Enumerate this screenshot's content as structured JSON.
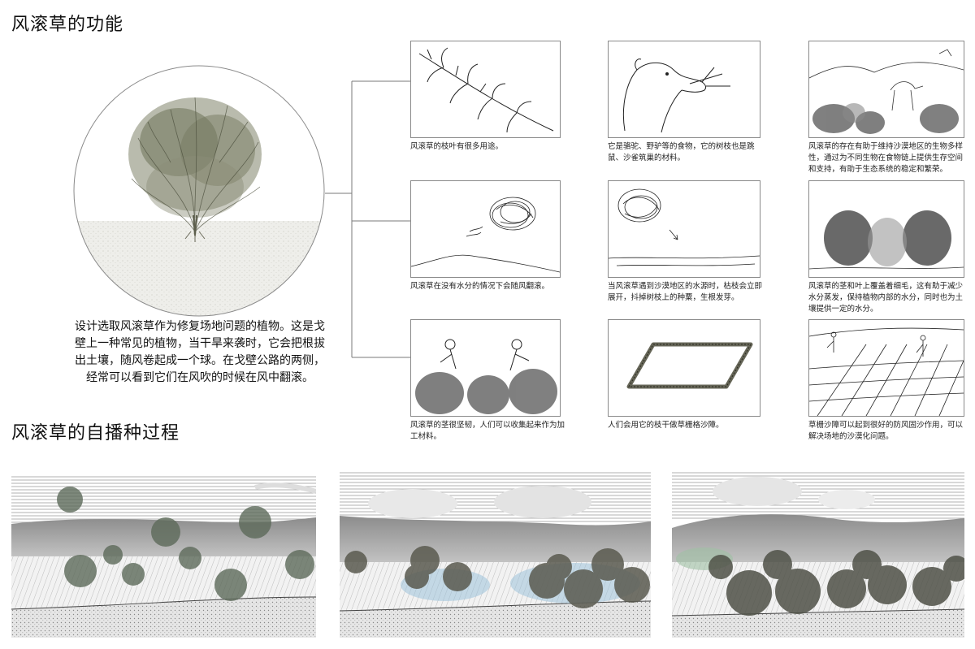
{
  "section1": {
    "title": "风滚草的功能"
  },
  "section2": {
    "title": "风滚草的自播种过程"
  },
  "intro": {
    "text": "设计选取风滚草作为修复场地问题的植物。这是戈壁上一种常见的植物，当干旱来袭时，它会把根拔出土壤，随风卷起成一个球。在戈壁公路的两侧，经常可以看到它们在风吹的时候在风中翻滚。"
  },
  "functions": [
    {
      "caption": "风滚草的枝叶有很多用途。",
      "icon": "branch-sketch"
    },
    {
      "caption": "它是骆驼、野驴等的食物，它的树枝也是跳鼠、沙雀筑巢的材料。",
      "icon": "camel-sketch"
    },
    {
      "caption": "风滚草的存在有助于维持沙漠地区的生物多样性，通过为不同生物在食物链上提供生存空间和支持，有助于生态系统的稳定和繁荣。",
      "icon": "desert-animals-sketch"
    },
    {
      "caption": "风滚草在没有水分的情况下会随风翻滚。",
      "icon": "rolling-tumbleweed-sketch"
    },
    {
      "caption": "当风滚草遇到沙漠地区的水源时，枯枝会立即展开，抖掉树枝上的种粟，生根发芽。",
      "icon": "tumbleweed-water-sketch"
    },
    {
      "caption": "风滚草的茎和叶上覆盖着细毛，这有助于减少水分蒸发，保持植物内部的水分，同时也为土壤提供一定的水分。",
      "icon": "shrubs-sketch"
    },
    {
      "caption": "风滚草的茎很坚韧，人们可以收集起来作为加工材料。",
      "icon": "harvest-sketch"
    },
    {
      "caption": "人们会用它的枝干做草栅格沙障。",
      "icon": "grass-grid-sketch"
    },
    {
      "caption": "草栅沙障可以起到很好的防风固沙作用，可以解决场地的沙漠化问题。",
      "icon": "sand-barrier-sketch"
    }
  ]
}
